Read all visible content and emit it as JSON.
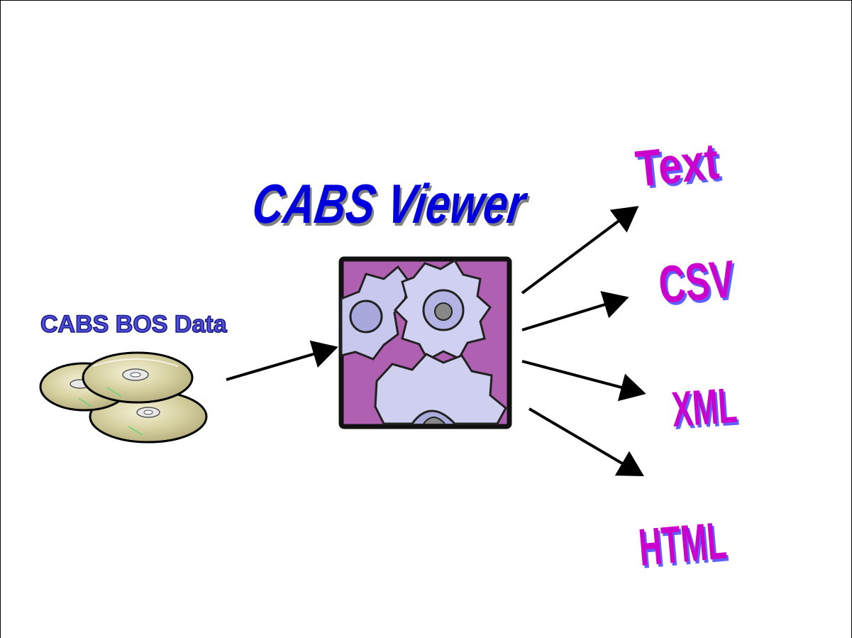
{
  "title": "CABS Viewer",
  "source": {
    "label": "CABS BOS Data",
    "icon": "cd-stack-icon"
  },
  "processor": {
    "icon": "gears-icon"
  },
  "outputs": [
    {
      "label": "Text"
    },
    {
      "label": "CSV"
    },
    {
      "label": "XML"
    },
    {
      "label": "HTML"
    }
  ],
  "colors": {
    "title_fill": "#0000dd",
    "title_shadow": "#808080",
    "source_fill": "#5050e0",
    "source_outline": "#1a1a80",
    "output_fill": "#cc00cc",
    "output_shadow": "#6060ff",
    "gear_fill": "#c8c8ee",
    "gear_bg": "#b060b0",
    "arrow": "#000000"
  }
}
